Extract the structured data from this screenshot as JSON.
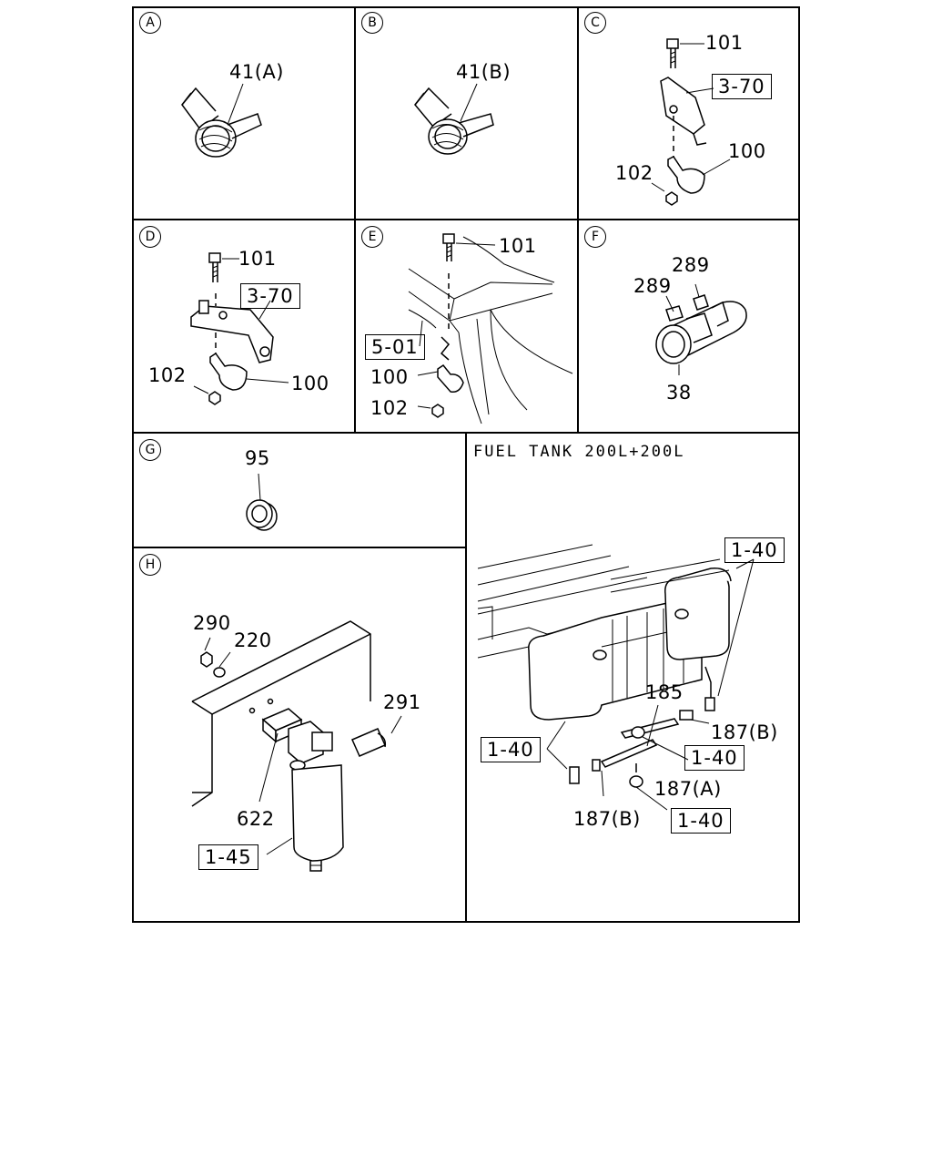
{
  "panels": {
    "a": {
      "letter": "A",
      "labels": {
        "p41a": "41(A)"
      }
    },
    "b": {
      "letter": "B",
      "labels": {
        "p41b": "41(B)"
      }
    },
    "c": {
      "letter": "C",
      "labels": {
        "p101": "101",
        "p100": "100",
        "p102": "102"
      },
      "refs": {
        "r370": "3-70"
      }
    },
    "d": {
      "letter": "D",
      "labels": {
        "p101": "101",
        "p102": "102",
        "p100": "100"
      },
      "refs": {
        "r370": "3-70"
      }
    },
    "e": {
      "letter": "E",
      "labels": {
        "p101": "101",
        "p100": "100",
        "p102": "102"
      },
      "refs": {
        "r501": "5-01"
      }
    },
    "f": {
      "letter": "F",
      "labels": {
        "p289a": "289",
        "p289b": "289",
        "p38": "38"
      }
    },
    "g": {
      "letter": "G",
      "labels": {
        "p95": "95"
      }
    },
    "h": {
      "letter": "H",
      "labels": {
        "p290": "290",
        "p220": "220",
        "p291": "291",
        "p622": "622"
      },
      "refs": {
        "r145": "1-45"
      }
    },
    "tank": {
      "title": "FUEL TANK 200L+200L",
      "labels": {
        "p185": "185",
        "p187b_right": "187(B)",
        "p187a": "187(A)",
        "p187b_left": "187(B)"
      },
      "refs": {
        "r140_top": "1-40",
        "r140_left": "1-40",
        "r140_mid": "1-40",
        "r140_bottom": "1-40"
      }
    }
  }
}
